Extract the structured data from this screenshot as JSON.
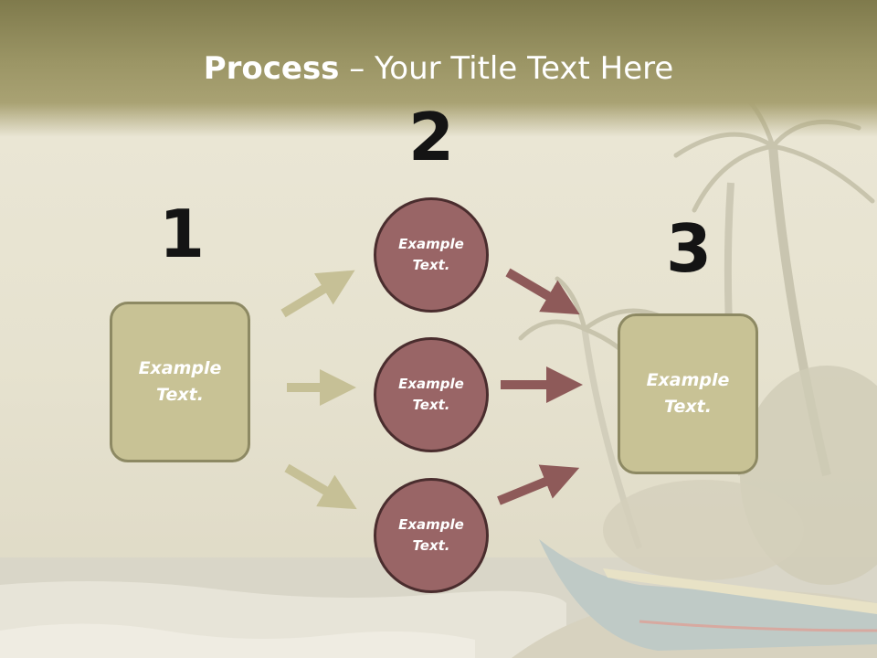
{
  "title": {
    "bold": "Process",
    "rest": " – Your Title Text Here"
  },
  "steps": [
    {
      "number": "1",
      "text": "Example\nText."
    },
    {
      "number": "2",
      "text": "Example\nText."
    },
    {
      "number": "3",
      "text": "Example\nText."
    }
  ],
  "branches": [
    {
      "text": "Example\nText."
    },
    {
      "text": "Example\nText."
    },
    {
      "text": "Example\nText."
    }
  ],
  "colors": {
    "title_bar": "#9b9565",
    "box_fill": "#c8c295",
    "box_border": "#8d8963",
    "circle_fill": "#996566",
    "circle_border": "#4a2d2e",
    "arrow_in": "#c6c096",
    "arrow_out": "#8e5a59"
  }
}
